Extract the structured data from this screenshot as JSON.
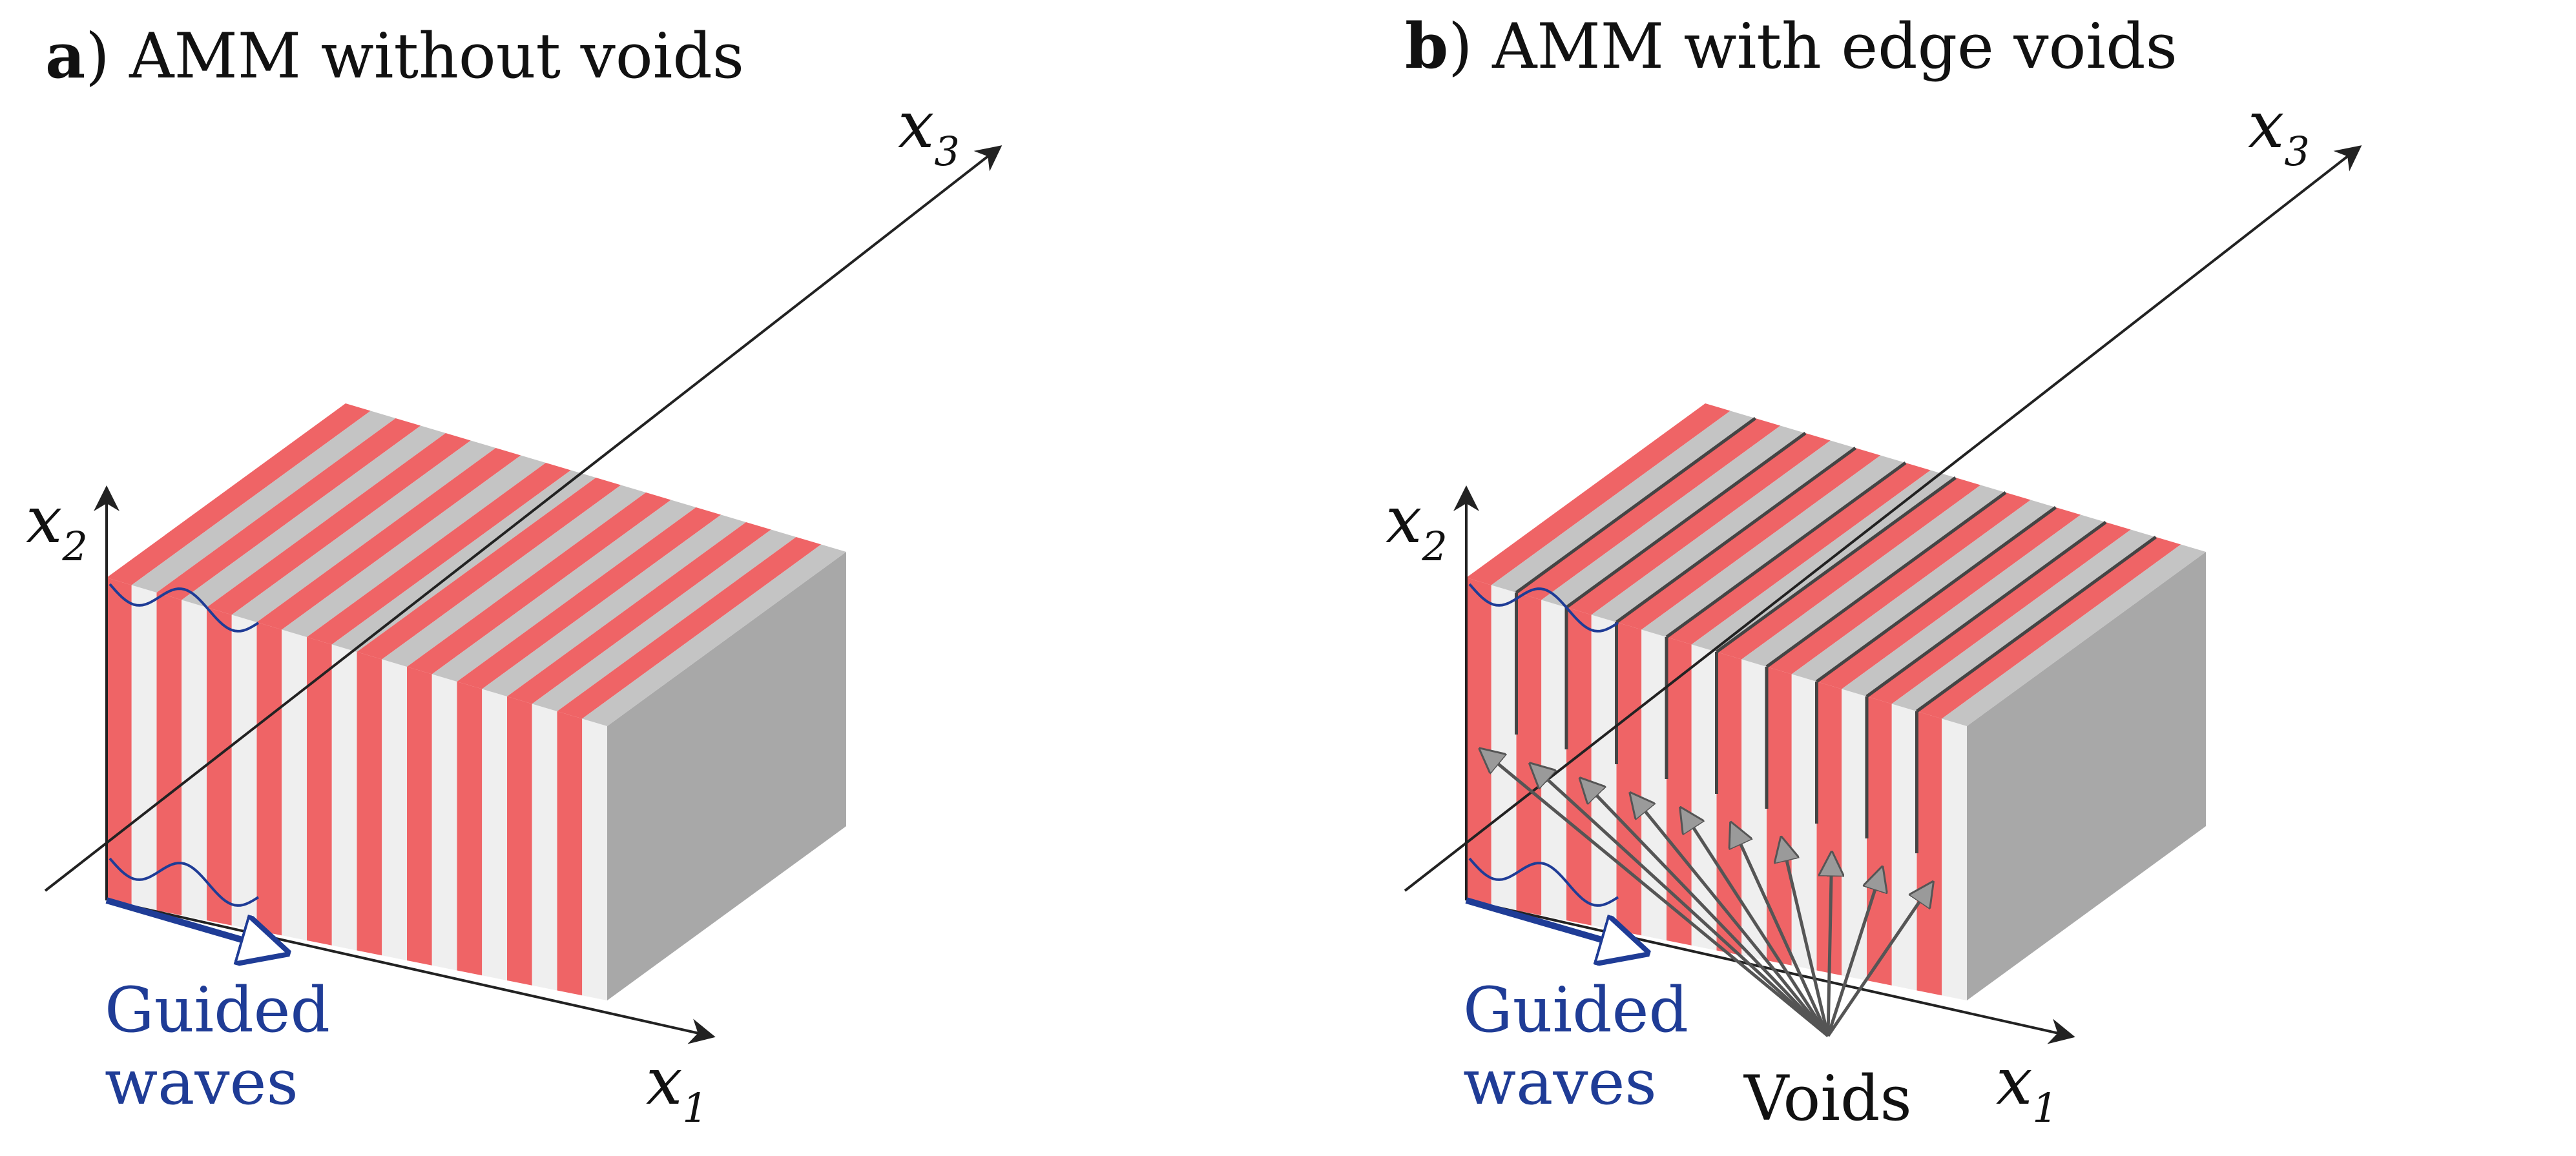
{
  "panel_a": {
    "tag": "a",
    "title": "AMM without voids",
    "axis_x1": "x",
    "axis_x1_sub": "1",
    "axis_x2": "x",
    "axis_x2_sub": "2",
    "axis_x3": "x",
    "axis_x3_sub": "3",
    "wave_label_line1": "Guided",
    "wave_label_line2": "waves"
  },
  "panel_b": {
    "tag": "b",
    "title": "AMM with edge voids",
    "axis_x1": "x",
    "axis_x1_sub": "1",
    "axis_x2": "x",
    "axis_x2_sub": "2",
    "axis_x3": "x",
    "axis_x3_sub": "3",
    "wave_label_line1": "Guided",
    "wave_label_line2": "waves",
    "voids_label": "Voids"
  },
  "colors": {
    "red_layer": "#ef6466",
    "white_layer": "#efefef",
    "grey_layer": "#c4c4c4",
    "side_face": "#a8a8a8",
    "wave_blue": "#1f3c96",
    "axis": "#222222",
    "void_line": "#444444",
    "arrow_grey": "#8c8c8c"
  },
  "stripe_count": 10,
  "void_count": 10
}
